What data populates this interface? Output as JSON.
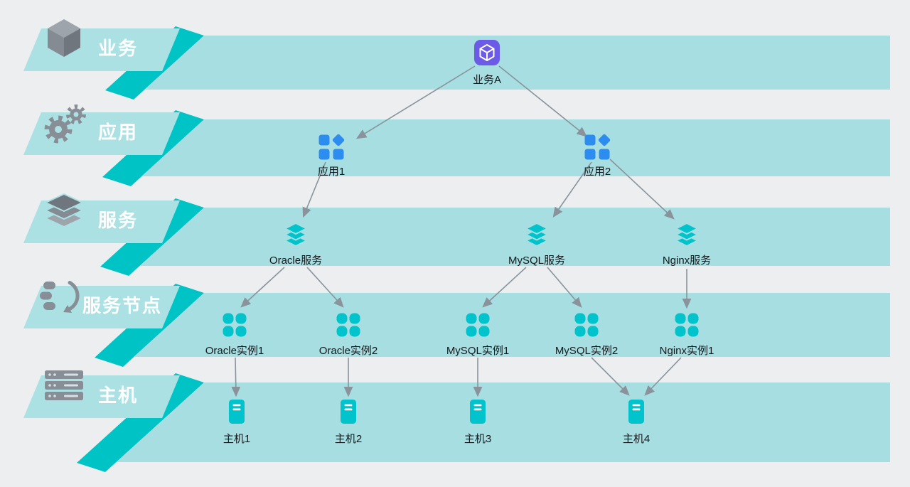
{
  "layers": [
    {
      "id": "business",
      "label": "业务",
      "icon": "cube-3d-icon"
    },
    {
      "id": "application",
      "label": "应用",
      "icon": "gears-icon"
    },
    {
      "id": "service",
      "label": "服务",
      "icon": "layers-icon"
    },
    {
      "id": "service-node",
      "label": "服务节点",
      "icon": "cycle-nodes-icon"
    },
    {
      "id": "host",
      "label": "主机",
      "icon": "server-rack-icon"
    }
  ],
  "nodes": [
    {
      "id": "business-a",
      "label": "业务A",
      "type": "business",
      "layer": "业务"
    },
    {
      "id": "app-1",
      "label": "应用1",
      "type": "application",
      "layer": "应用"
    },
    {
      "id": "app-2",
      "label": "应用2",
      "type": "application",
      "layer": "应用"
    },
    {
      "id": "oracle-service",
      "label": "Oracle服务",
      "type": "service",
      "layer": "服务"
    },
    {
      "id": "mysql-service",
      "label": "MySQL服务",
      "type": "service",
      "layer": "服务"
    },
    {
      "id": "nginx-service",
      "label": "Nginx服务",
      "type": "service",
      "layer": "服务"
    },
    {
      "id": "oracle-instance-1",
      "label": "Oracle实例1",
      "type": "service-node",
      "layer": "服务节点"
    },
    {
      "id": "oracle-instance-2",
      "label": "Oracle实例2",
      "type": "service-node",
      "layer": "服务节点"
    },
    {
      "id": "mysql-instance-1",
      "label": "MySQL实例1",
      "type": "service-node",
      "layer": "服务节点"
    },
    {
      "id": "mysql-instance-2",
      "label": "MySQL实例2",
      "type": "service-node",
      "layer": "服务节点"
    },
    {
      "id": "nginx-instance-1",
      "label": "Nginx实例1",
      "type": "service-node",
      "layer": "服务节点"
    },
    {
      "id": "host-1",
      "label": "主机1",
      "type": "host",
      "layer": "主机"
    },
    {
      "id": "host-2",
      "label": "主机2",
      "type": "host",
      "layer": "主机"
    },
    {
      "id": "host-3",
      "label": "主机3",
      "type": "host",
      "layer": "主机"
    },
    {
      "id": "host-4",
      "label": "主机4",
      "type": "host",
      "layer": "主机"
    }
  ],
  "edges": [
    {
      "from": "business-a",
      "to": "app-1"
    },
    {
      "from": "business-a",
      "to": "app-2"
    },
    {
      "from": "app-1",
      "to": "oracle-service"
    },
    {
      "from": "app-2",
      "to": "mysql-service"
    },
    {
      "from": "app-2",
      "to": "nginx-service"
    },
    {
      "from": "oracle-service",
      "to": "oracle-instance-1"
    },
    {
      "from": "oracle-service",
      "to": "oracle-instance-2"
    },
    {
      "from": "mysql-service",
      "to": "mysql-instance-1"
    },
    {
      "from": "mysql-service",
      "to": "mysql-instance-2"
    },
    {
      "from": "nginx-service",
      "to": "nginx-instance-1"
    },
    {
      "from": "oracle-instance-1",
      "to": "host-1"
    },
    {
      "from": "oracle-instance-2",
      "to": "host-2"
    },
    {
      "from": "mysql-instance-1",
      "to": "host-3"
    },
    {
      "from": "mysql-instance-2",
      "to": "host-4"
    },
    {
      "from": "nginx-instance-1",
      "to": "host-4"
    }
  ],
  "colors": {
    "background": "#ECEEF0",
    "band": "#A7DEE2",
    "band_tab": "#ACE1E4",
    "band_fold": "#00C3C6",
    "node_teal": "#00C3CB",
    "node_blue": "#2D8CF0",
    "node_purple": "#6C5BE6",
    "edge": "#8A939B",
    "tab_text": "#FFFFFF",
    "label_text": "#15181B",
    "tab_icon_gray": "#878E95"
  }
}
